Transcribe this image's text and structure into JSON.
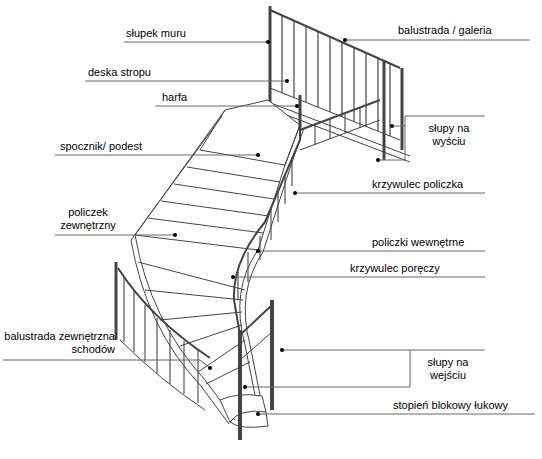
{
  "diagram": {
    "labels": [
      "słupek muru",
      "balustrada / galeria",
      "deska stropu",
      "harfa",
      "spocznik/ podest",
      "słupy na wyściu",
      "krzywulec policzka",
      "policzek zewnętrzny",
      "policzki wewnętrne",
      "krzywulec poręczy",
      "balustrada zewnętrzna schodów",
      "słupy na wejściu",
      "stopień blokowy łukowy"
    ]
  }
}
